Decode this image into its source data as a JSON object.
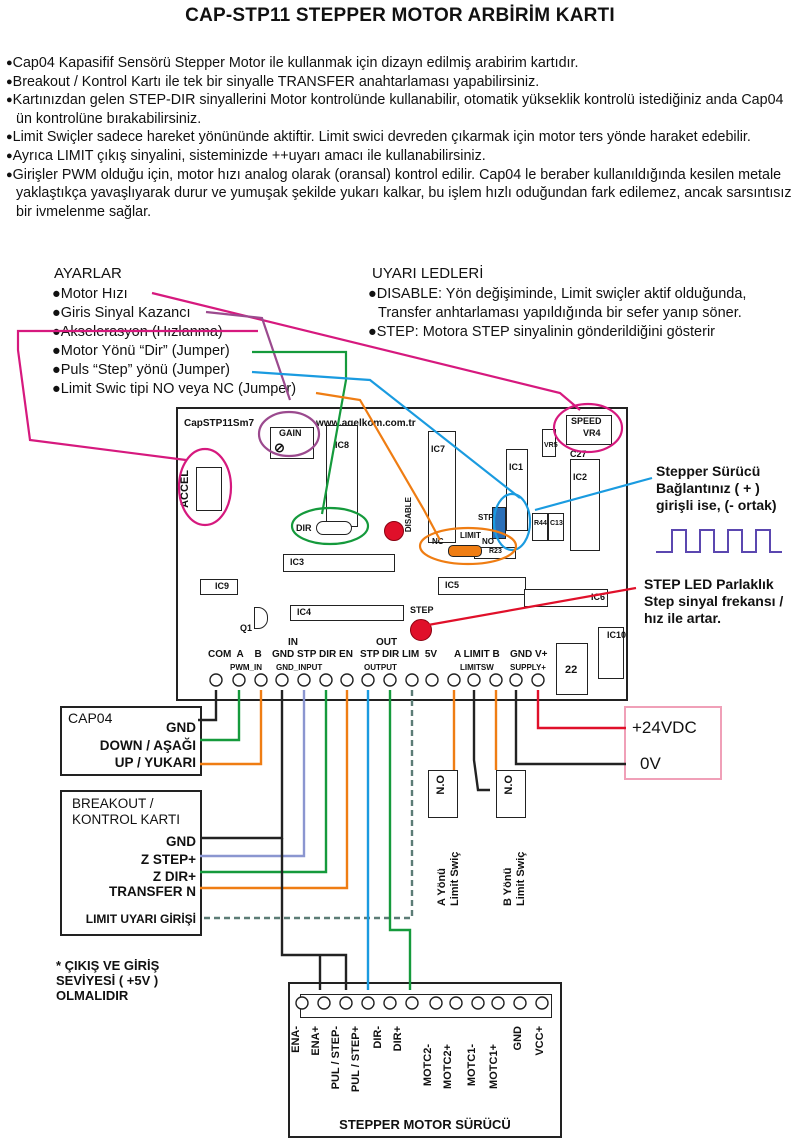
{
  "title": "CAP-STP11 STEPPER MOTOR ARBİRİM KARTI",
  "intro": [
    "Cap04 Kapasifif Sensörü Stepper Motor ile kullanmak için dizayn edilmiş arabirim kartıdır.",
    "Breakout / Kontrol Kartı ile tek bir sinyalle TRANSFER anahtarlaması yapabilirsiniz.",
    "Kartınızdan gelen STEP-DIR sinyallerini Motor kontrolünde kullanabilir, otomatik yükseklik kontrolü istediğiniz anda Cap04 ün kontrolüne bırakabilirsiniz.",
    "Limit Swiçler sadece hareket yönününde aktiftir. Limit swici devreden çıkarmak için motor ters yönde haraket edebilir.",
    "Ayrıca LIMIT çıkış sinyalini, sisteminizde ++uyarı amacı ile kullanabilirsiniz.",
    "Girişler PWM olduğu için, motor hızı analog olarak (oransal) kontrol edilir. Cap04 le beraber kullanıldığında kesilen metale yaklaştıkça yavaşlıyarak durur ve yumuşak şekilde yukarı kalkar, bu işlem hızlı oduğundan fark edilemez, ancak sarsıntısız bir ivmelenme sağlar."
  ],
  "settings": {
    "header": "AYARLAR",
    "items": [
      "Motor Hızı",
      "Giris Sinyal Kazancı",
      "Akselerasyon (Hızlanma)",
      "Motor Yönü “Dir” (Jumper)",
      "Puls “Step” yönü (Jumper)",
      "Limit Swic tipi NO veya NC (Jumper)"
    ]
  },
  "leds": {
    "header": "UYARI LEDLERİ",
    "items": [
      "DISABLE: Yön değişiminde, Limit swiçler aktif olduğunda, Transfer anhtarlaması yapıldığında bir sefer yanıp söner.",
      "STEP: Motora STEP sinyalinin gönderildiğini gösterir"
    ]
  },
  "board": {
    "model": "CapSTP11Sm7",
    "url": "www.agelkom.com.tr",
    "parts": {
      "gain": "GAIN",
      "speed": "SPEED",
      "vr4": "VR4",
      "c27": "C27",
      "vr5": "VR5",
      "accel": "ACCEL",
      "ic1": "IC1",
      "ic2": "IC2",
      "ic3": "IC3",
      "ic4": "IC4",
      "ic5": "IC5",
      "ic6": "IC6",
      "ic7": "IC7",
      "ic8": "IC8",
      "ic9": "IC9",
      "ic10": "IC10",
      "dir": "DIR",
      "stp": "STP",
      "nc": "NC",
      "limit": "LIMIT",
      "no": "NO",
      "disable": "DISABLE",
      "step": "STEP",
      "r44": "R44",
      "c13": "C13",
      "r23": "R23",
      "q1": "Q1",
      "c22": "22"
    },
    "groups": {
      "in": "IN",
      "out": "OUT",
      "pwm_top": "COM  A    B",
      "pwm": "PWM_IN",
      "in_top": "GND STP DIR EN",
      "in_label": "GND_INPUT",
      "out_top": "STP DIR LIM  5V",
      "out_label": "OUTPUT",
      "lim_top": "A LIMIT B",
      "lim_label": "LIMITSW",
      "sup_top": "GND V+",
      "sup_label": "SUPPLY+"
    }
  },
  "stepper_note": "Stepper Sürücü Bağlantınız ( + ) girişli ise, (- ortak)",
  "step_led_note": "STEP LED Parlaklık Step sinyal frekansı / hız ile artar.",
  "cap04": {
    "title": "CAP04",
    "gnd": "GND",
    "down": "DOWN / AŞAĞI",
    "up": "UP / YUKARI"
  },
  "breakout": {
    "title": "BREAKOUT / KONTROL KARTI",
    "gnd": "GND",
    "step": "Z STEP+",
    "dir": "Z DIR+",
    "transfer": "TRANSFER N",
    "limit": "LIMIT UYARI GİRİŞİ"
  },
  "power": {
    "v24": "+24VDC",
    "v0": "0V"
  },
  "switches": {
    "no_a": "N.O",
    "no_b": "N.O",
    "a": "A Yönü Limit Swiç",
    "b": "B Yönü Limit Swiç"
  },
  "level_note": "* ÇIKIŞ VE GİRİŞ SEVİYESİ ( +5V ) OLMALIDIR",
  "driver": {
    "title": "STEPPER MOTOR SÜRÜCÜ",
    "pins": [
      "ENA-",
      "ENA+",
      "PUL / STEP-",
      "PUL / STEP+",
      "DIR-",
      "DIR+",
      "MOTC2-",
      "MOTC2+",
      "MOTC1-",
      "MOTC1+",
      "GND",
      "VCC+"
    ]
  },
  "colors": {
    "magenta": "#d6197e",
    "purple": "#9b4a8e",
    "green": "#159a3c",
    "orange": "#ef7d13",
    "blue": "#1a9be0",
    "red": "#e0102a",
    "lavender": "#8b96d0",
    "gray": "#5c7c76",
    "pink_box": "#f0a0b8"
  }
}
